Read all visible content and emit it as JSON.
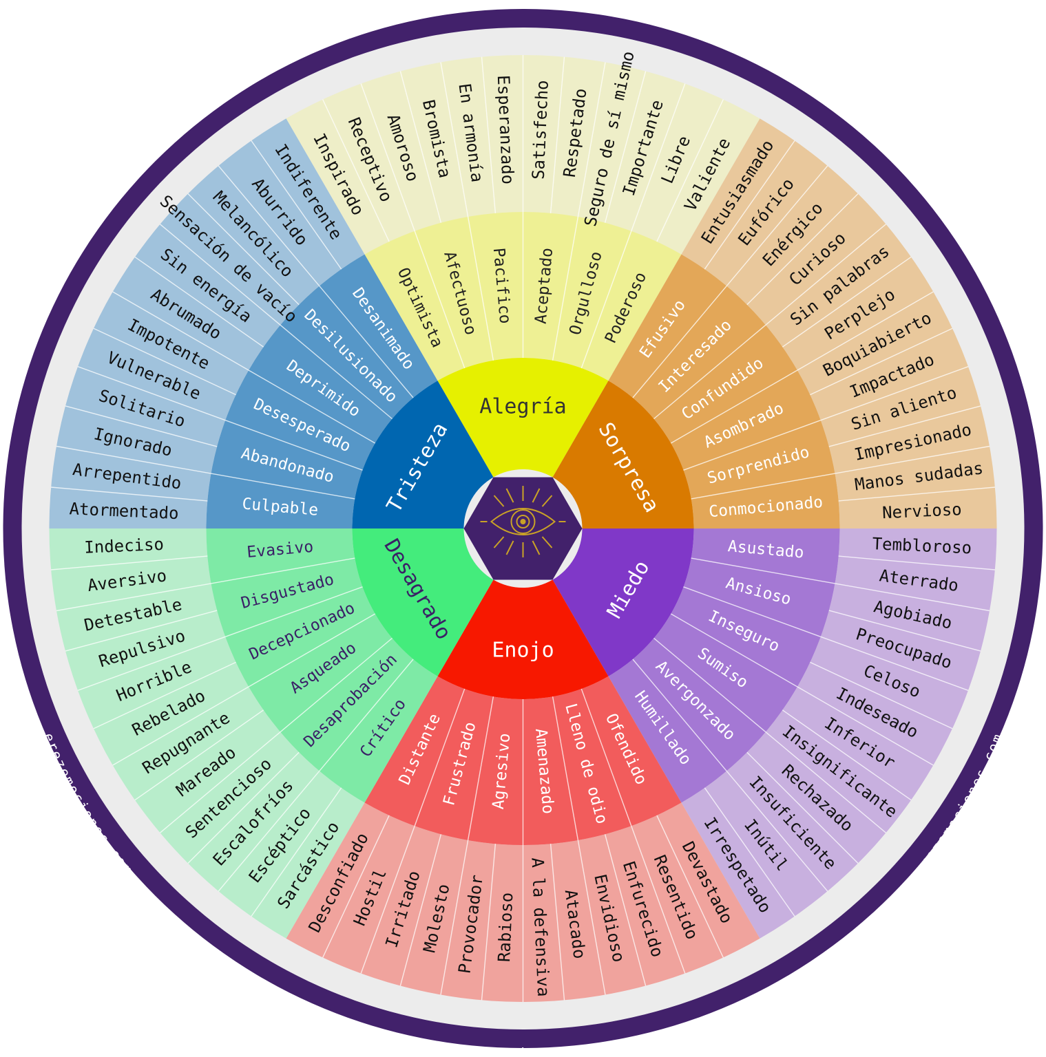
{
  "watermark": "erezemociones.com",
  "colors": {
    "background": "#ffffff",
    "ring": "#42216b",
    "disc": "#ececec",
    "center": "#42216b",
    "eye": "#c9a227"
  },
  "center_icon": "eye-icon",
  "families": [
    {
      "key": "alegria",
      "core": "Alegría",
      "core_color": "#e6f000",
      "core_text": "#333333",
      "mid_color": "#eef094",
      "mid_text": "#222222",
      "outer_color": "#eeeec8",
      "mid": [
        "Optimista",
        "Afectuoso",
        "Pacifico",
        "Aceptado",
        "Orgulloso",
        "Poderoso"
      ],
      "outer": [
        "Inspirado",
        "Receptivo",
        "Amoroso",
        "Bromista",
        "En armonía",
        "Esperanzado",
        "Satisfecho",
        "Respetado",
        "Seguro de sí mismo",
        "Importante",
        "Libre",
        "Valiente"
      ]
    },
    {
      "key": "sorpresa",
      "core": "Sorpresa",
      "core_color": "#d97a00",
      "core_text": "#ffffff",
      "mid_color": "#e3a758",
      "mid_text": "#ffffff",
      "outer_color": "#e9c89c",
      "mid": [
        "Efusivo",
        "Interesado",
        "Confundido",
        "Asombrado",
        "Sorprendido",
        "Conmocionado"
      ],
      "outer": [
        "Entusiasmado",
        "Eufórico",
        "Enérgico",
        "Curioso",
        "Sin palabras",
        "Perplejo",
        "Boquiabierto",
        "Impactado",
        "Sin aliento",
        "Impresionado",
        "Manos sudadas",
        "Nervioso"
      ]
    },
    {
      "key": "miedo",
      "core": "Miedo",
      "core_color": "#8038c8",
      "core_text": "#ffffff",
      "mid_color": "#a478d4",
      "mid_text": "#ffffff",
      "outer_color": "#c8b0df",
      "mid": [
        "Asustado",
        "Ansioso",
        "Inseguro",
        "Sumiso",
        "Avergonzado",
        "Humillado"
      ],
      "outer": [
        "Tembloroso",
        "Aterrado",
        "Agobiado",
        "Preocupado",
        "Celoso",
        "Indeseado",
        "Inferior",
        "Insignificante",
        "Rechazado",
        "Insuficiente",
        "Inútil",
        "Irrespetado"
      ]
    },
    {
      "key": "enojo",
      "core": "Enojo",
      "core_color": "#f71800",
      "core_text": "#ffffff",
      "mid_color": "#f25c5c",
      "mid_text": "#ffffff",
      "outer_color": "#f0a39d",
      "mid": [
        "Ofendido",
        "Lleno de odio",
        "Amenazado",
        "Agresivo",
        "Frustrado",
        "Distante"
      ],
      "outer": [
        "Devastado",
        "Resentido",
        "Enfurecido",
        "Envidioso",
        "Atacado",
        "A la defensiva",
        "Rabioso",
        "Provocador",
        "Molesto",
        "Irritado",
        "Hostil",
        "Desconfiado"
      ]
    },
    {
      "key": "desagrado",
      "core": "Desagrado",
      "core_color": "#44ec7c",
      "core_text": "#3a1f66",
      "mid_color": "#7eeaa6",
      "mid_text": "#3a1f66",
      "outer_color": "#b8edcb",
      "mid": [
        "Crítico",
        "Desaprobación",
        "Asqueado",
        "Decepcionado",
        "Disgustado",
        "Evasivo"
      ],
      "outer": [
        "Sarcástico",
        "Escéptico",
        "Escalofríos",
        "Sentencioso",
        "Mareado",
        "Repugnante",
        "Rebelado",
        "Horrible",
        "Repulsivo",
        "Detestable",
        "Aversivo",
        "Indeciso"
      ]
    },
    {
      "key": "tristeza",
      "core": "Tristeza",
      "core_color": "#0066b0",
      "core_text": "#ffffff",
      "mid_color": "#5697c8",
      "mid_text": "#ffffff",
      "outer_color": "#a0c2dc",
      "mid": [
        "Culpable",
        "Abandonado",
        "Desesperado",
        "Deprimido",
        "Desilusionado",
        "Desanimado"
      ],
      "outer": [
        "Atormentado",
        "Arrepentido",
        "Ignorado",
        "Solitario",
        "Vulnerable",
        "Impotente",
        "Abrumado",
        "Sin energía",
        "Sensación de vacío",
        "Melancólico",
        "Aburrido",
        "Indiferente"
      ]
    }
  ]
}
